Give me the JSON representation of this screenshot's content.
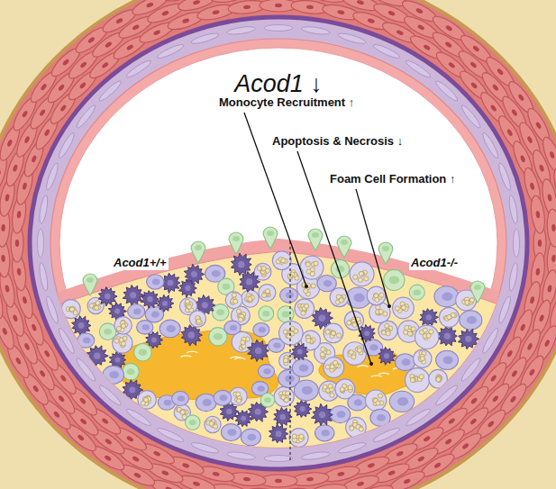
{
  "diagram": {
    "labels": [
      "Acod1 ↓",
      "Monocyte Recruitment ↑",
      "Apoptosis & Necrosis ↓",
      "Foam Cell Formation ↑",
      "Acod1+/+",
      "Acod1-/-"
    ]
  }
}
